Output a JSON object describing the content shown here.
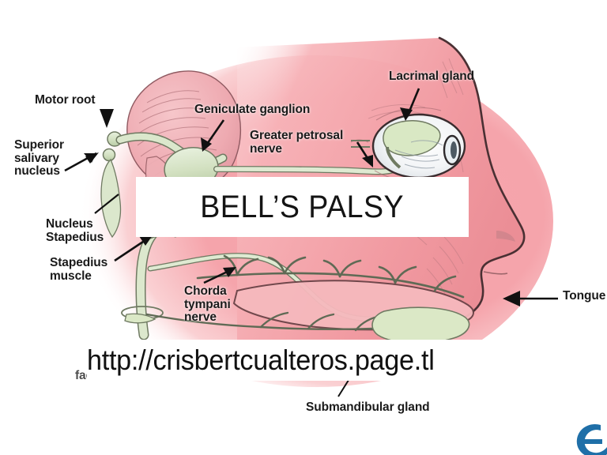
{
  "slide": {
    "title": "BELL’S PALSY",
    "url": "http://crisbertcualteros.page.tl",
    "background_color": "#ffffff",
    "skin_color": "#f3a0a6",
    "nerve_color": "#d6e4c8",
    "label_color": "#1a1a1a",
    "logo_color": "#1f6fa8"
  },
  "diagram": {
    "subject": "facial-nerve-anatomy",
    "labels": [
      {
        "id": "motor-root",
        "text": "Motor root"
      },
      {
        "id": "superior-salivary",
        "text": "Superior\nsalivary\nnucleus"
      },
      {
        "id": "nucleus-stapedius",
        "text": "Nucleus\nStapedius"
      },
      {
        "id": "stapedius-muscle",
        "text": "Stapedius\nmuscle"
      },
      {
        "id": "chorda-tympani",
        "text": "Chorda\ntympani\nnerve"
      },
      {
        "id": "geniculate",
        "text": "Geniculate ganglion"
      },
      {
        "id": "greater-petrosal",
        "text": "Greater petrosal\nnerve"
      },
      {
        "id": "lacrimal-gland",
        "text": "Lacrimal gland"
      },
      {
        "id": "tongue",
        "text": "Tongue"
      },
      {
        "id": "submandibular",
        "text": "Submandibular gland"
      },
      {
        "id": "facial-nerve",
        "text": "facial nerve"
      }
    ]
  },
  "logo": {
    "glyph": "e",
    "name": "slideshare-logo"
  }
}
